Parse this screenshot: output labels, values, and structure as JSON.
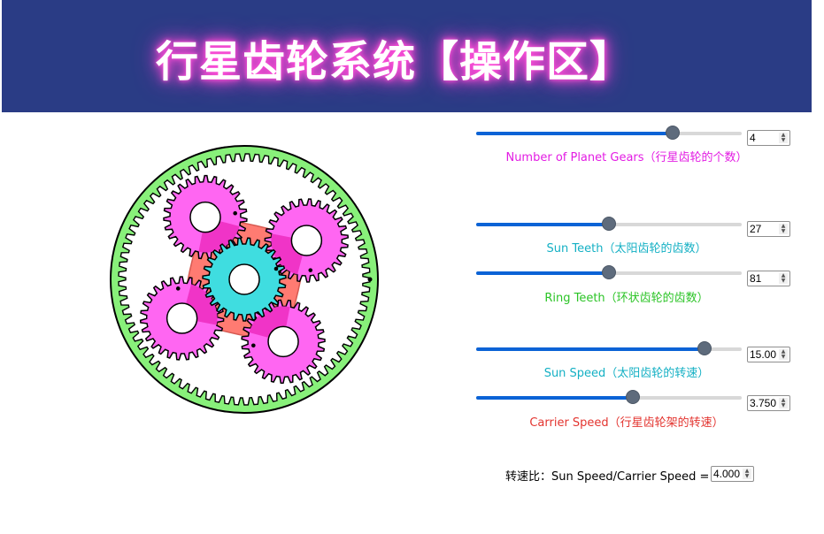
{
  "header": {
    "title": "行星齿轮系统【操作区】"
  },
  "controls": {
    "planets": {
      "label": "Number of Planet Gears（行星齿轮的个数）",
      "value": "4",
      "fraction": 0.74,
      "color": "#e31ce3"
    },
    "sun_teeth": {
      "label": "Sun Teeth（太阳齿轮的齿数）",
      "value": "27",
      "fraction": 0.5,
      "color": "#14b0c4"
    },
    "ring_teeth": {
      "label": "Ring Teeth（环状齿轮的齿数）",
      "value": "81",
      "fraction": 0.5,
      "color": "#2bc426"
    },
    "sun_speed": {
      "label": "Sun Speed（太阳齿轮的转速）",
      "value": "15.00",
      "fraction": 0.86,
      "color": "#14b0c4"
    },
    "carrier_speed": {
      "label": "Carrier Speed（行星齿轮架的转速）",
      "value": "3.750",
      "fraction": 0.59,
      "color": "#e3342f"
    }
  },
  "ratio": {
    "label": "转速比：Sun Speed/Carrier Speed =",
    "value": "4.000"
  },
  "gear_model": {
    "planet_count": 4,
    "sun_teeth": 27,
    "ring_teeth": 81,
    "colors": {
      "ring": "#88f07a",
      "sun": "#3fdde0",
      "planet": "#ff66f2",
      "planet_highlight": "#ee2fc2",
      "carrier": "#ff7b72"
    }
  }
}
